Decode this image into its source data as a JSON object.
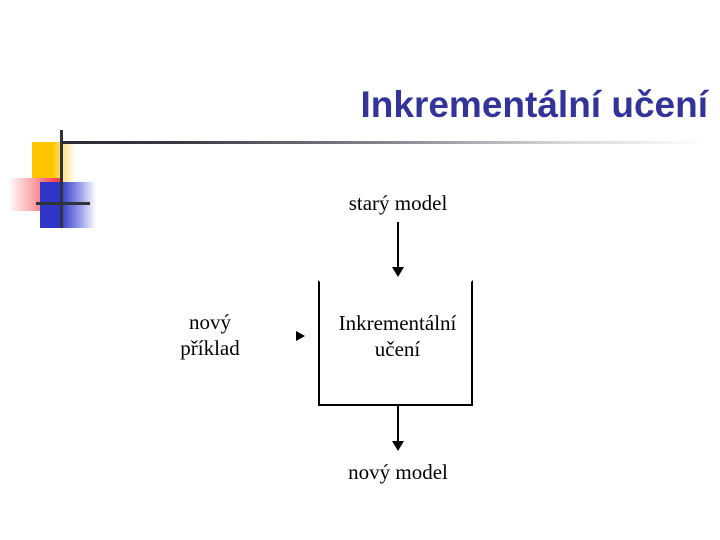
{
  "slide": {
    "title": "Inkrementální učení",
    "title_color": "#333399",
    "background_color": "#ffffff"
  },
  "logo": {
    "name": "decorative-corner-logo",
    "yellow_color": "#FFC600",
    "red_color": "#F4414C",
    "blue_color": "#2E36C8",
    "cross_color": "#33333A"
  },
  "separator": {
    "gradient_from": "#2B2B33",
    "gradient_to": "#FFFFFF"
  },
  "diagram": {
    "type": "flowchart",
    "text_color": "#000000",
    "stroke_color": "#000000",
    "nodes": [
      {
        "id": "stary-model",
        "label": "starý model",
        "shape": "text"
      },
      {
        "id": "novy-priklad",
        "label": "nový\npříklad",
        "shape": "text"
      },
      {
        "id": "process",
        "label": "Inkrementální\nučení",
        "shape": "box"
      },
      {
        "id": "novy-model",
        "label": "nový model",
        "shape": "text"
      }
    ],
    "edges": [
      {
        "from": "stary-model",
        "to": "process",
        "direction": "down"
      },
      {
        "from": "novy-priklad",
        "to": "process",
        "direction": "right"
      },
      {
        "from": "process",
        "to": "novy-model",
        "direction": "down"
      }
    ]
  }
}
